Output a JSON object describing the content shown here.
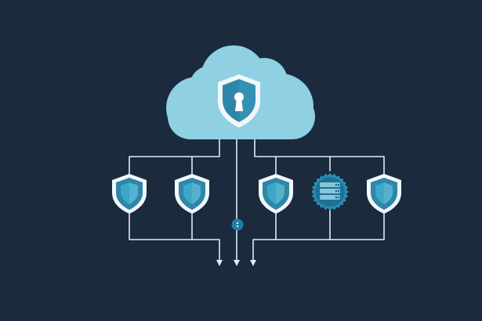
{
  "diagram": {
    "colors": {
      "background": "#1b2a3d",
      "line": "#e3ebf0",
      "cloud": "#8fd0e3",
      "shield_fill": "#2e86a8",
      "shield_border": "#f2f7fa",
      "shield_inner": "#3ea7c8",
      "keyhole": "#ffffff",
      "server_badge": "#1f7193",
      "server_border": "#2b8fb5",
      "junction": "#247ea3"
    },
    "cloud": {
      "icon": "cloud-icon",
      "content": "shield-lock-icon"
    },
    "nodes": [
      {
        "id": "node-1",
        "icon": "shield-icon"
      },
      {
        "id": "node-2",
        "icon": "shield-icon"
      },
      {
        "id": "node-3",
        "icon": "shield-icon"
      },
      {
        "id": "node-4",
        "icon": "server-badge-icon"
      },
      {
        "id": "node-5",
        "icon": "shield-icon"
      }
    ],
    "outputs": [
      {
        "id": "arrow-1",
        "icon": "arrow-down-icon"
      },
      {
        "id": "arrow-2",
        "icon": "arrow-down-icon"
      },
      {
        "id": "arrow-3",
        "icon": "arrow-down-icon"
      }
    ],
    "junction": {
      "icon": "junction-dot-icon"
    }
  }
}
